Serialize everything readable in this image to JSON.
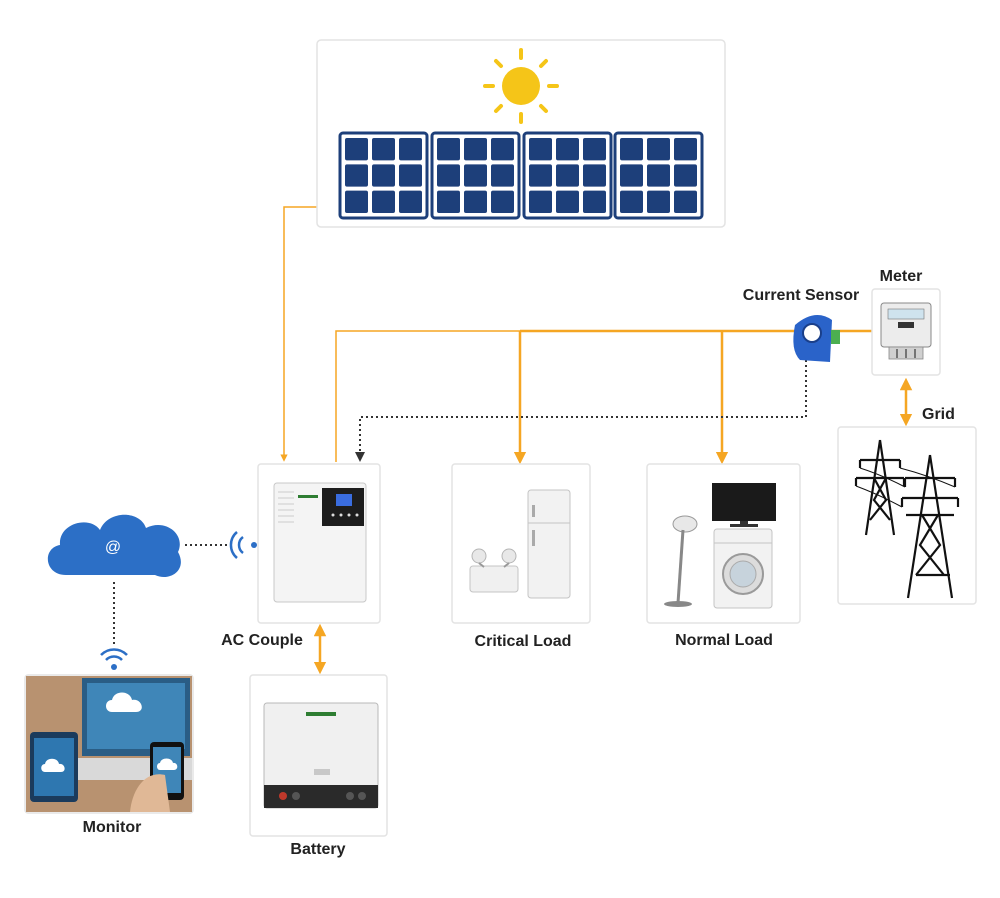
{
  "labels": {
    "current_sensor": "Current Sensor",
    "meter": "Meter",
    "grid": "Grid",
    "ac_couple": "AC Couple",
    "critical_load": "Critical Load",
    "normal_load": "Normal Load",
    "monitor": "Monitor",
    "battery": "Battery"
  },
  "cloud_symbol": "@",
  "icons": [
    "sun-icon",
    "solar-panel-icon",
    "current-sensor-icon",
    "meter-icon",
    "transmission-tower-icon",
    "inverter-icon",
    "fridge-icon",
    "emergency-light-icon",
    "tv-icon",
    "washing-machine-icon",
    "floor-lamp-icon",
    "cloud-icon",
    "wifi-icon",
    "laptop-phone-icon",
    "battery-icon"
  ],
  "colors": {
    "power_flow": "#f5a623",
    "data_link": "#333333",
    "solar_cell": "#1d3f7a",
    "sun": "#f5c518",
    "cloud": "#2c6fc6",
    "sensor": "#2a63c9"
  }
}
